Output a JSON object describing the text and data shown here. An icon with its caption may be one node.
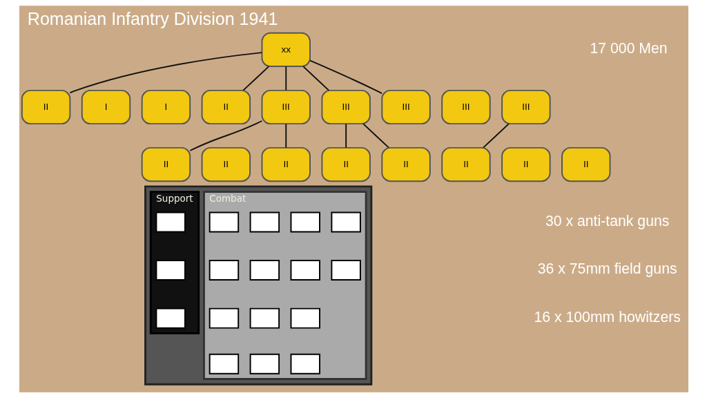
{
  "diagram": {
    "title": "Romanian Infantry Division 1941",
    "nodes": [
      {
        "text": [
          "xx"
        ]
      },
      {
        "text": [
          "I"
        ]
      },
      {
        "text": [
          "I"
        ]
      },
      {
        "text": [
          "II"
        ]
      },
      {
        "text": [
          "II"
        ]
      },
      {
        "text": [
          "III"
        ]
      },
      {
        "text": [
          "III"
        ]
      },
      {
        "text": [
          "III"
        ]
      },
      {
        "text": [
          "III"
        ]
      },
      {
        "text": [
          "III"
        ]
      },
      {
        "text": [
          "II"
        ]
      },
      {
        "text": [
          "II"
        ]
      },
      {
        "text": [
          "II"
        ]
      },
      {
        "text": [
          "II"
        ]
      },
      {
        "text": [
          "II"
        ]
      },
      {
        "text": [
          "II"
        ]
      },
      {
        "text": [
          "II"
        ]
      },
      {
        "text": [
          "II"
        ]
      },
      {
        "text": [],
        "shape": "box"
      },
      {
        "text": [
          "Support"
        ],
        "in": 18
      },
      {
        "text": [],
        "shape": "box",
        "in": 19
      },
      {
        "text": [],
        "shape": "box",
        "in": 19
      },
      {
        "text": [],
        "shape": "box",
        "in": 19
      },
      {
        "text": [
          "Combat"
        ],
        "in": 18
      },
      {
        "text": [],
        "shape": "box",
        "in": 23
      },
      {
        "text": [],
        "shape": "box",
        "in": 23
      },
      {
        "text": [],
        "shape": "box",
        "in": 23
      },
      {
        "text": [],
        "shape": "box",
        "in": 23
      },
      {
        "text": [],
        "shape": "box",
        "in": 23
      },
      {
        "text": [],
        "shape": "box",
        "in": 23
      },
      {
        "text": [],
        "shape": "box",
        "in": 23
      },
      {
        "text": [],
        "shape": "box",
        "in": 23
      },
      {
        "text": [],
        "shape": "box",
        "in": 23
      },
      {
        "text": [],
        "shape": "box",
        "in": 23
      },
      {
        "text": [],
        "shape": "box",
        "in": 23
      },
      {
        "text": [],
        "shape": "box",
        "in": 23
      },
      {
        "text": [],
        "shape": "box",
        "in": 23
      },
      {
        "text": [],
        "shape": "box",
        "in": 23
      }
    ],
    "edges": [
      {
        "from": 0,
        "to": 3,
        "arrow": "none"
      },
      {
        "from": 0,
        "to": 4,
        "arrow": "none"
      },
      {
        "from": 0,
        "to": 5,
        "arrow": "none"
      },
      {
        "from": 0,
        "to": 6,
        "arrow": "none"
      },
      {
        "from": 0,
        "to": 7,
        "arrow": "none"
      },
      {
        "from": 5,
        "to": 10,
        "arrow": "none"
      },
      {
        "from": 5,
        "to": 12,
        "arrow": "none"
      },
      {
        "from": 6,
        "to": 13,
        "arrow": "none"
      },
      {
        "from": 6,
        "to": 14,
        "arrow": "none"
      },
      {
        "from": 9,
        "to": 15,
        "arrow": "none"
      }
    ],
    "labels": [
      "17 000 Men",
      "30 x anti-tank guns",
      "36 x 75mm field guns",
      "16 x 100mm howitzers"
    ]
  }
}
